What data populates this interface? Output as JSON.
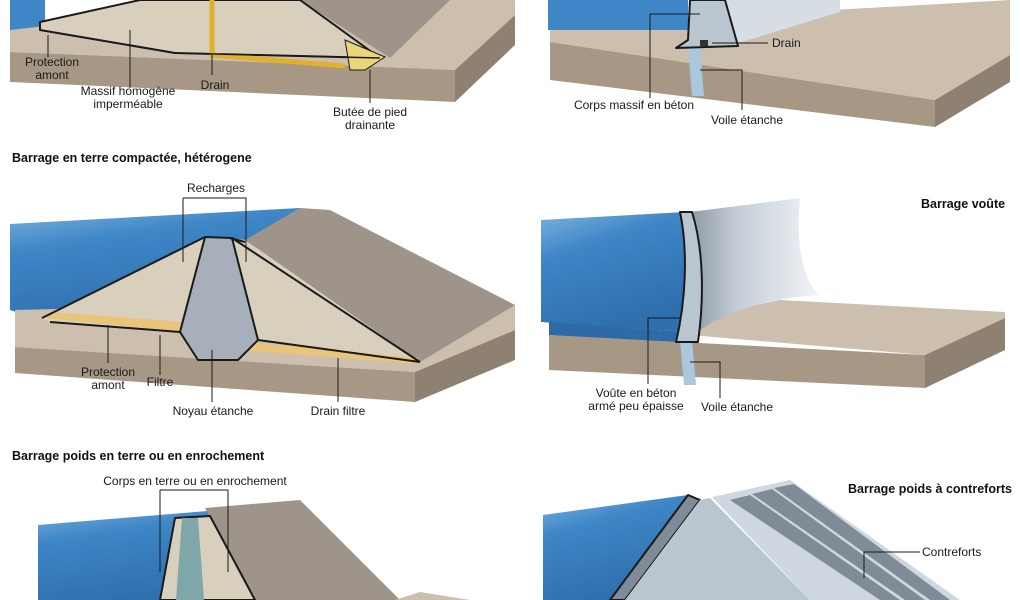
{
  "titles": {
    "heterogeneous": "Barrage en terre compactée, hétérogene",
    "arch": "Barrage voûte",
    "earth_rockfill": "Barrage poids en terre ou en enrochement",
    "buttress": "Barrage poids à contreforts"
  },
  "homogeneous": {
    "upstream_protection": [
      "Protection",
      "amont"
    ],
    "homogeneous_mass": [
      "Massif homogène",
      "imperméable"
    ],
    "drain": "Drain",
    "toe_berm": [
      "Butée de pied",
      "drainante"
    ]
  },
  "gravity": {
    "drain": "Drain",
    "concrete_body": "Corps massif en béton",
    "grout_curtain": "Voile étanche"
  },
  "heterogeneous": {
    "shells": "Recharges",
    "upstream_protection": [
      "Protection",
      "amont"
    ],
    "filter": "Filtre",
    "core": "Noyau étanche",
    "filter_drain": "Drain filtre"
  },
  "arch": {
    "arch_wall": [
      "Voûte en béton",
      "armé peu épaisse"
    ],
    "grout_curtain": "Voile étanche"
  },
  "earth_rockfill": {
    "body": "Corps en terre ou en enrochement"
  },
  "buttress": {
    "buttresses": "Contreforts"
  },
  "colors": {
    "water": "#3e86c6",
    "water_side": "#2f6aa8",
    "earth_fill": "#d9cfbd",
    "ground_top": "#cdbfae",
    "ground_side": "#a79886",
    "slope": "#9e948a",
    "core": "#a7afbb",
    "filter": "#e9c47a",
    "drain": "#e0b12a",
    "concrete": "#b9c5cf"
  }
}
